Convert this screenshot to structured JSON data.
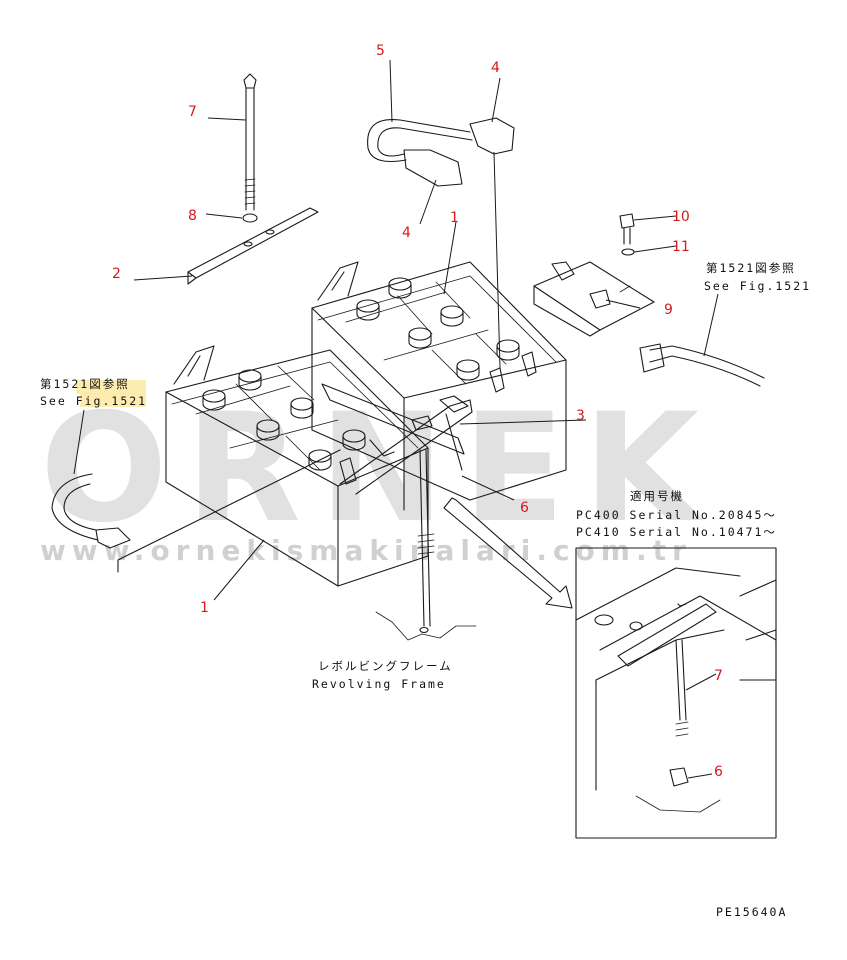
{
  "callouts": {
    "c1a": "1",
    "c1b": "1",
    "c2": "2",
    "c3": "3",
    "c4a": "4",
    "c4b": "4",
    "c5": "5",
    "c6a": "6",
    "c6b": "6",
    "c7a": "7",
    "c7b": "7",
    "c8": "8",
    "c9": "9",
    "c10": "10",
    "c11": "11"
  },
  "references": {
    "right_jp": "第1521図参照",
    "right_en": "See Fig.1521",
    "left_jp": "第1521図参照",
    "left_en_prefix": "See Fi",
    "left_en_suffix": "g.1521"
  },
  "frame_label": {
    "jp": "レボルビングフレーム",
    "en": "Revolving Frame"
  },
  "applicable": {
    "title": "適用号機",
    "line1": "PC400 Serial No.20845～",
    "line2": "PC410 Serial No.10471～"
  },
  "drawing_number": "PE15640A",
  "watermark": {
    "brand": "ORNEK",
    "url": "www.ornekismakinalari.com.tr"
  },
  "colors": {
    "callout": "#d7191c",
    "line": "#1a1a1a",
    "highlight": "#fbe79c",
    "watermark": "#c9c9c9"
  }
}
